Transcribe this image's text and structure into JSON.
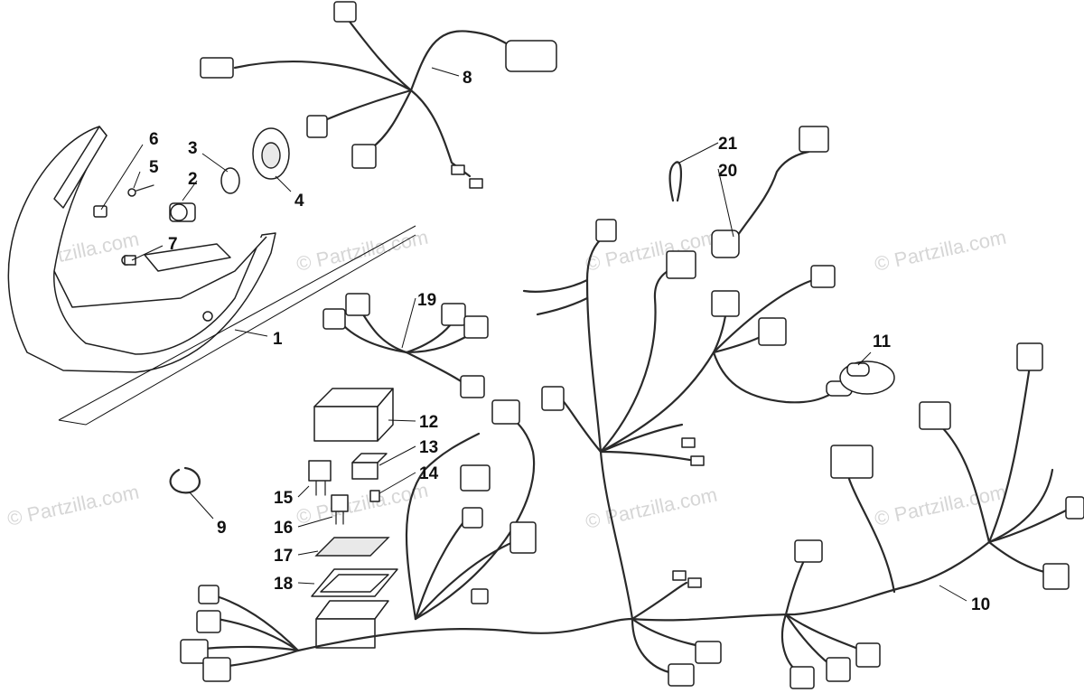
{
  "watermark": "© Partzilla.com",
  "callouts": {
    "c1": "1",
    "c2": "2",
    "c3": "3",
    "c4": "4",
    "c5": "5",
    "c6": "6",
    "c7": "7",
    "c8": "8",
    "c9": "9",
    "c10": "10",
    "c11": "11",
    "c12": "12",
    "c13": "13",
    "c14": "14",
    "c15": "15",
    "c16": "16",
    "c17": "17",
    "c18": "18",
    "c19": "19",
    "c20": "20",
    "c21": "21"
  }
}
